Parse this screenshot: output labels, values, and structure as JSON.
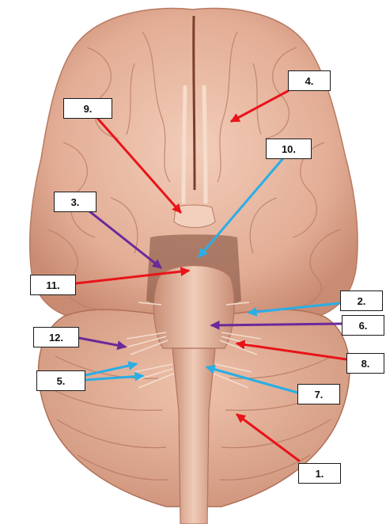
{
  "figure": {
    "labels": [
      {
        "id": "1",
        "text": "1.",
        "arrow_color": "red"
      },
      {
        "id": "2",
        "text": "2.",
        "arrow_color": "blue"
      },
      {
        "id": "3",
        "text": "3.",
        "arrow_color": "purple"
      },
      {
        "id": "4",
        "text": "4.",
        "arrow_color": "red"
      },
      {
        "id": "5",
        "text": "5.",
        "arrow_color": "blue"
      },
      {
        "id": "6",
        "text": "6.",
        "arrow_color": "purple"
      },
      {
        "id": "7",
        "text": "7.",
        "arrow_color": "blue"
      },
      {
        "id": "8",
        "text": "8.",
        "arrow_color": "red"
      },
      {
        "id": "9",
        "text": "9.",
        "arrow_color": "red"
      },
      {
        "id": "10",
        "text": "10.",
        "arrow_color": "blue"
      },
      {
        "id": "11",
        "text": "11.",
        "arrow_color": "red"
      },
      {
        "id": "12",
        "text": "12.",
        "arrow_color": "purple"
      }
    ]
  },
  "colors": {
    "red": "#e8141a",
    "blue": "#2aaee6",
    "purple": "#6a2a9a",
    "brain_base": "#e3ad95",
    "brain_light": "#f0c8b3",
    "brain_shadow": "#b7765e",
    "fissure": "#7a3e2c"
  }
}
